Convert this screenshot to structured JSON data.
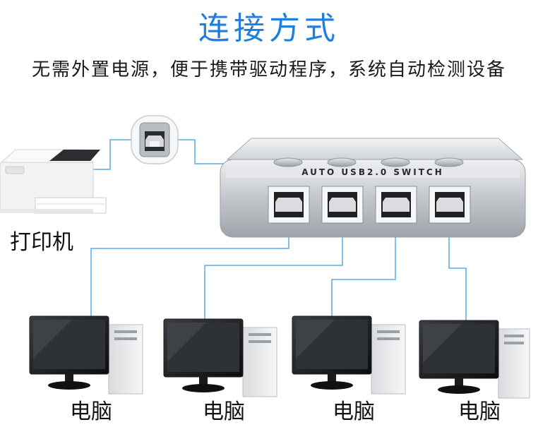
{
  "title": "连接方式",
  "subtitle": "无需外置电源，便于携带驱动程序，系统自动检测设备",
  "printer": {
    "label": "打印机",
    "icon": "printer-icon"
  },
  "switch": {
    "text": "AUTO  USB2.0  SWITCH",
    "icon": "usb-switch-icon",
    "ports": 4
  },
  "connector_icon": "usb-b-port-icon",
  "computers": [
    {
      "label": "电脑"
    },
    {
      "label": "电脑"
    },
    {
      "label": "电脑"
    },
    {
      "label": "电脑"
    }
  ],
  "colors": {
    "title": "#1f7fe0",
    "cable": "#5aa9e6",
    "switch_body": "#c9ccd0"
  }
}
